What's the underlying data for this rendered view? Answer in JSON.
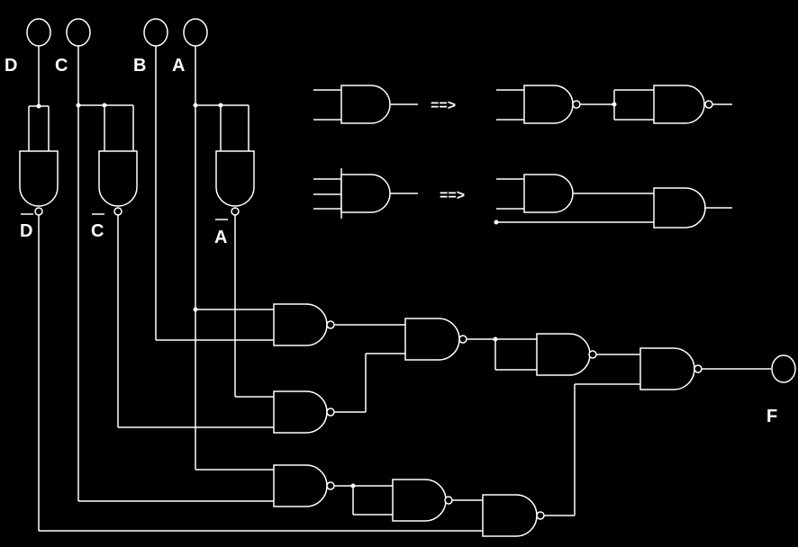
{
  "inputs": {
    "d": "D",
    "c": "C",
    "b": "B",
    "a": "A"
  },
  "inverted_labels": {
    "d_bar": "D",
    "c_bar": "C",
    "a_bar": "A"
  },
  "output": {
    "f": "F"
  },
  "legend": {
    "arrow_1": "==>",
    "arrow_2": "==>"
  },
  "colors": {
    "background": "#000000",
    "lines": "#ffffff"
  }
}
